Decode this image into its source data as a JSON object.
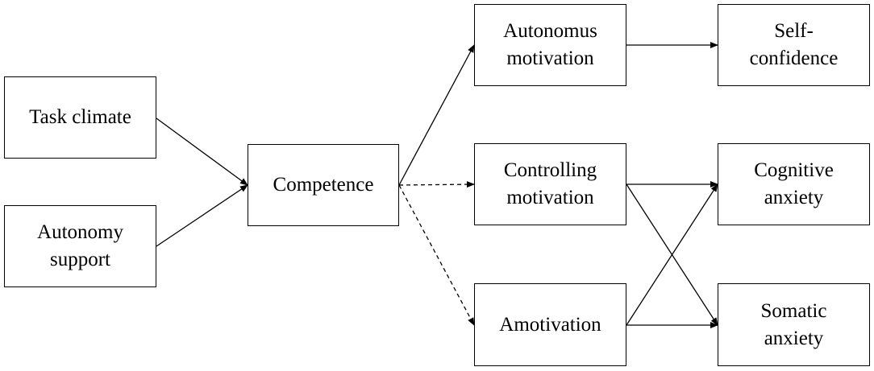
{
  "nodes": {
    "task_climate": {
      "lines": [
        "Task climate"
      ]
    },
    "autonomy_support": {
      "lines": [
        "Autonomy",
        "support"
      ]
    },
    "competence": {
      "lines": [
        "Competence"
      ]
    },
    "autonomus_motivation": {
      "lines": [
        "Autonomus",
        "motivation"
      ]
    },
    "self_confidence": {
      "lines": [
        "Self-",
        "confidence"
      ]
    },
    "controlling_motivation": {
      "lines": [
        "Controlling",
        "motivation"
      ]
    },
    "cognitive_anxiety": {
      "lines": [
        "Cognitive",
        "anxiety"
      ]
    },
    "amotivation": {
      "lines": [
        "Amotivation"
      ]
    },
    "somatic_anxiety": {
      "lines": [
        "Somatic",
        "anxiety"
      ]
    }
  },
  "edges": [
    {
      "from": "task_climate",
      "to": "competence",
      "style": "solid"
    },
    {
      "from": "autonomy_support",
      "to": "competence",
      "style": "solid"
    },
    {
      "from": "competence",
      "to": "autonomus_motivation",
      "style": "solid"
    },
    {
      "from": "competence",
      "to": "controlling_motivation",
      "style": "dashed"
    },
    {
      "from": "competence",
      "to": "amotivation",
      "style": "dashed"
    },
    {
      "from": "autonomus_motivation",
      "to": "self_confidence",
      "style": "solid"
    },
    {
      "from": "controlling_motivation",
      "to": "cognitive_anxiety",
      "style": "solid"
    },
    {
      "from": "controlling_motivation",
      "to": "somatic_anxiety",
      "style": "solid"
    },
    {
      "from": "amotivation",
      "to": "cognitive_anxiety",
      "style": "solid"
    },
    {
      "from": "amotivation",
      "to": "somatic_anxiety",
      "style": "solid"
    }
  ],
  "colors": {
    "stroke": "#000000",
    "background": "#ffffff"
  }
}
